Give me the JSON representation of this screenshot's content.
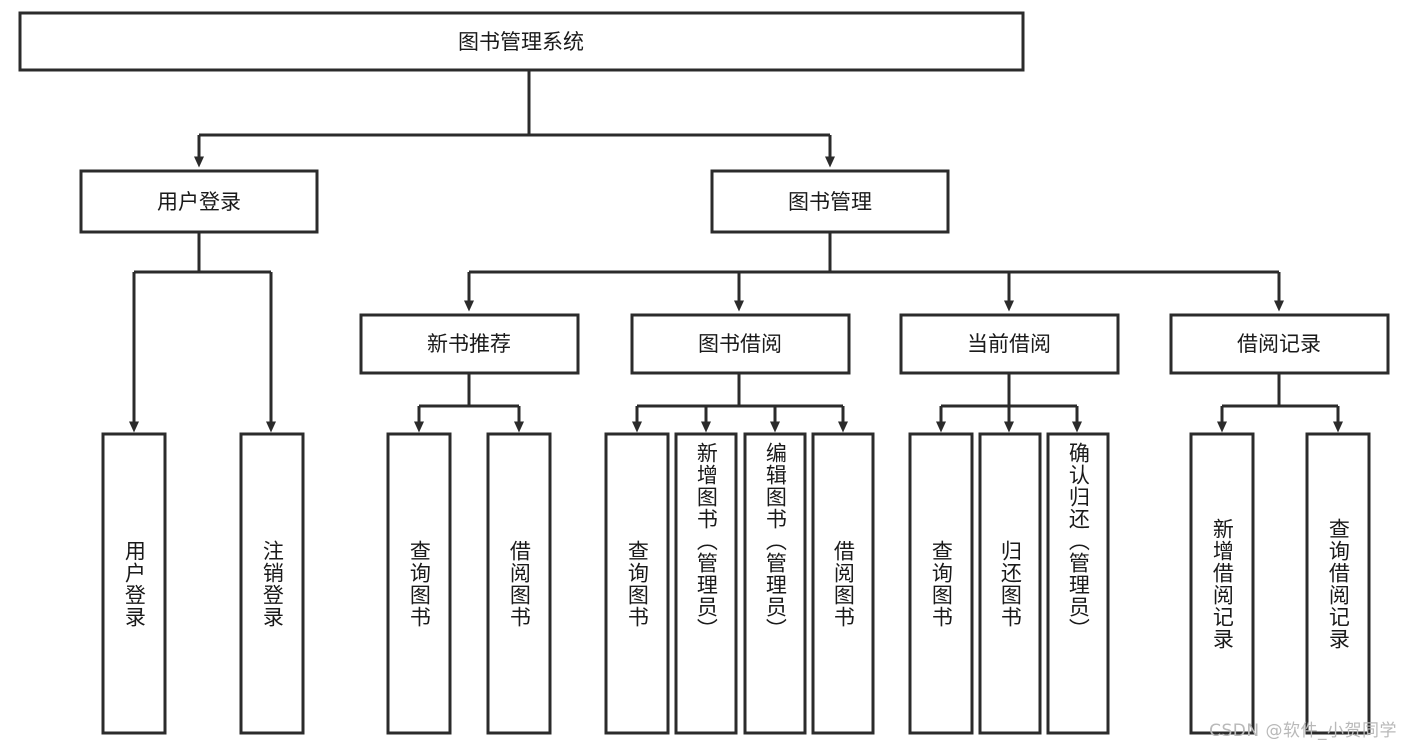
{
  "diagram": {
    "title": "图书管理系统",
    "type": "tree",
    "root": {
      "label": "图书管理系统"
    },
    "level2": [
      {
        "id": "user-login",
        "label": "用户登录"
      },
      {
        "id": "book-manage",
        "label": "图书管理"
      }
    ],
    "level3": [
      {
        "id": "new-book-recommend",
        "label": "新书推荐",
        "parent": "book-manage"
      },
      {
        "id": "book-borrow",
        "label": "图书借阅",
        "parent": "book-manage"
      },
      {
        "id": "current-borrow",
        "label": "当前借阅",
        "parent": "book-manage"
      },
      {
        "id": "borrow-record",
        "label": "借阅记录",
        "parent": "book-manage"
      }
    ],
    "leaves": [
      {
        "id": "leaf-user-login",
        "label": "用户登录",
        "parent": "user-login"
      },
      {
        "id": "leaf-logout",
        "label": "注销登录",
        "parent": "user-login"
      },
      {
        "id": "leaf-query-book-1",
        "label": "查询图书",
        "parent": "new-book-recommend"
      },
      {
        "id": "leaf-borrow-book-1",
        "label": "借阅图书",
        "parent": "new-book-recommend"
      },
      {
        "id": "leaf-query-book-2",
        "label": "查询图书",
        "parent": "book-borrow"
      },
      {
        "id": "leaf-add-book",
        "label": "新增图书（管理员）",
        "parent": "book-borrow"
      },
      {
        "id": "leaf-edit-book",
        "label": "编辑图书（管理员）",
        "parent": "book-borrow"
      },
      {
        "id": "leaf-borrow-book-2",
        "label": "借阅图书",
        "parent": "book-borrow"
      },
      {
        "id": "leaf-query-book-3",
        "label": "查询图书",
        "parent": "current-borrow"
      },
      {
        "id": "leaf-return-book",
        "label": "归还图书",
        "parent": "current-borrow"
      },
      {
        "id": "leaf-confirm-return",
        "label": "确认归还（管理员）",
        "parent": "current-borrow"
      },
      {
        "id": "leaf-add-record",
        "label": "新增借阅记录",
        "parent": "borrow-record"
      },
      {
        "id": "leaf-query-record",
        "label": "查询借阅记录",
        "parent": "borrow-record"
      }
    ],
    "colors": {
      "stroke": "#2b2b2b",
      "fill": "#ffffff",
      "text": "#1a1a1a",
      "watermark": "#b9b9b9"
    }
  },
  "watermark": {
    "text": "CSDN @软件_小贺同学"
  }
}
